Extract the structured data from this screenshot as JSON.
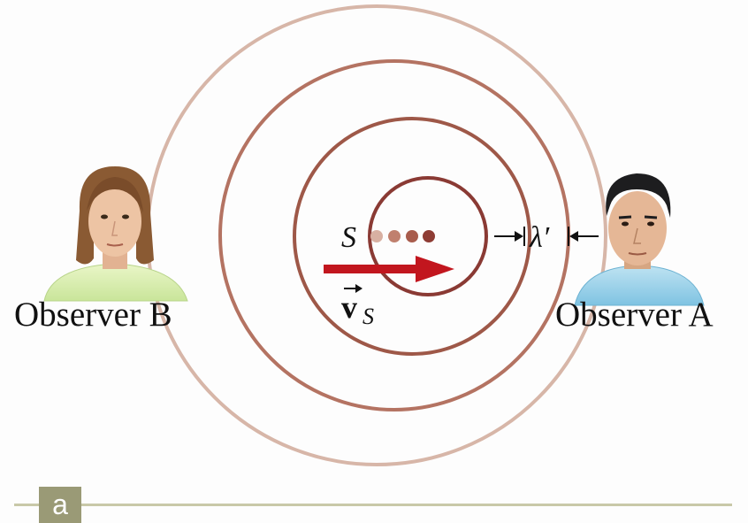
{
  "diagram": {
    "source_label": "S",
    "velocity_label": "v",
    "velocity_subscript": "S",
    "wavelength_label": "λ′",
    "observer_b_label": "Observer B",
    "observer_a_label": "Observer A",
    "panel_label": "a"
  },
  "colors": {
    "outer_wave": "#d7b6a8",
    "second_wave": "#b47362",
    "third_wave": "#9e5848",
    "inner_wave": "#8a3a34",
    "arrow": "#c2161e",
    "panel_bg": "#9a9a76",
    "rule": "#c8c8a8"
  }
}
